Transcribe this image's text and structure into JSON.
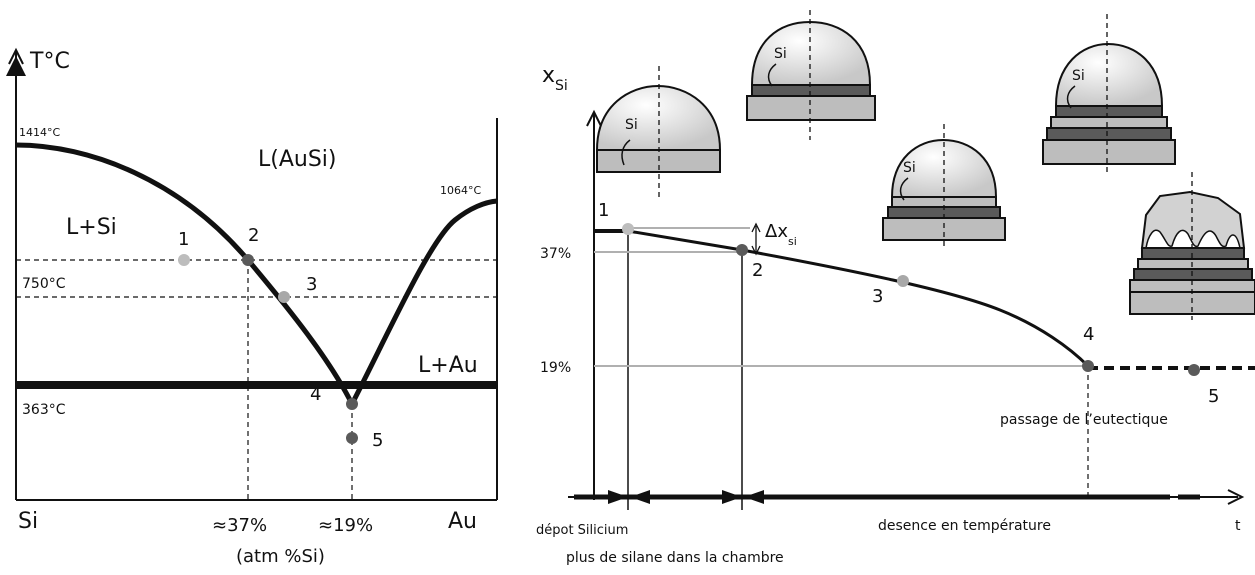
{
  "left_diagram": {
    "y_axis_label": "T°C",
    "x_left": "Si",
    "x_right": "Au",
    "x_tick_37": "≈37%",
    "x_tick_19": "≈19%",
    "x_unit": "(atm %Si)",
    "t_si_melt": "1414°C",
    "t_au_melt": "1064°C",
    "t_750": "750°C",
    "t_eutectic": "363°C",
    "region_liquid": "L(AuSi)",
    "region_l_si": "L+Si",
    "region_l_au": "L+Au",
    "points": [
      "1",
      "2",
      "3",
      "4",
      "5"
    ]
  },
  "right_diagram": {
    "y_axis_label_main": "x",
    "y_axis_label_sub": "Si",
    "y_tick_37": "37%",
    "y_tick_19": "19%",
    "delta_main": "Δx",
    "delta_sub": "si",
    "t_axis_label": "t",
    "phase_deposit": "dépot Silicium",
    "phase_no_silane": "plus de silane dans la chambre",
    "phase_cooling": "desence en température",
    "eutectic_label": "passage de l’eutectique",
    "points": [
      "1",
      "2",
      "3",
      "4",
      "5"
    ],
    "droplet_label": "Si"
  },
  "colors": {
    "ink": "#111111",
    "light_point": "#bdbdbd",
    "dark_point": "#5a5a5a",
    "guide": "#b0b0b0"
  }
}
